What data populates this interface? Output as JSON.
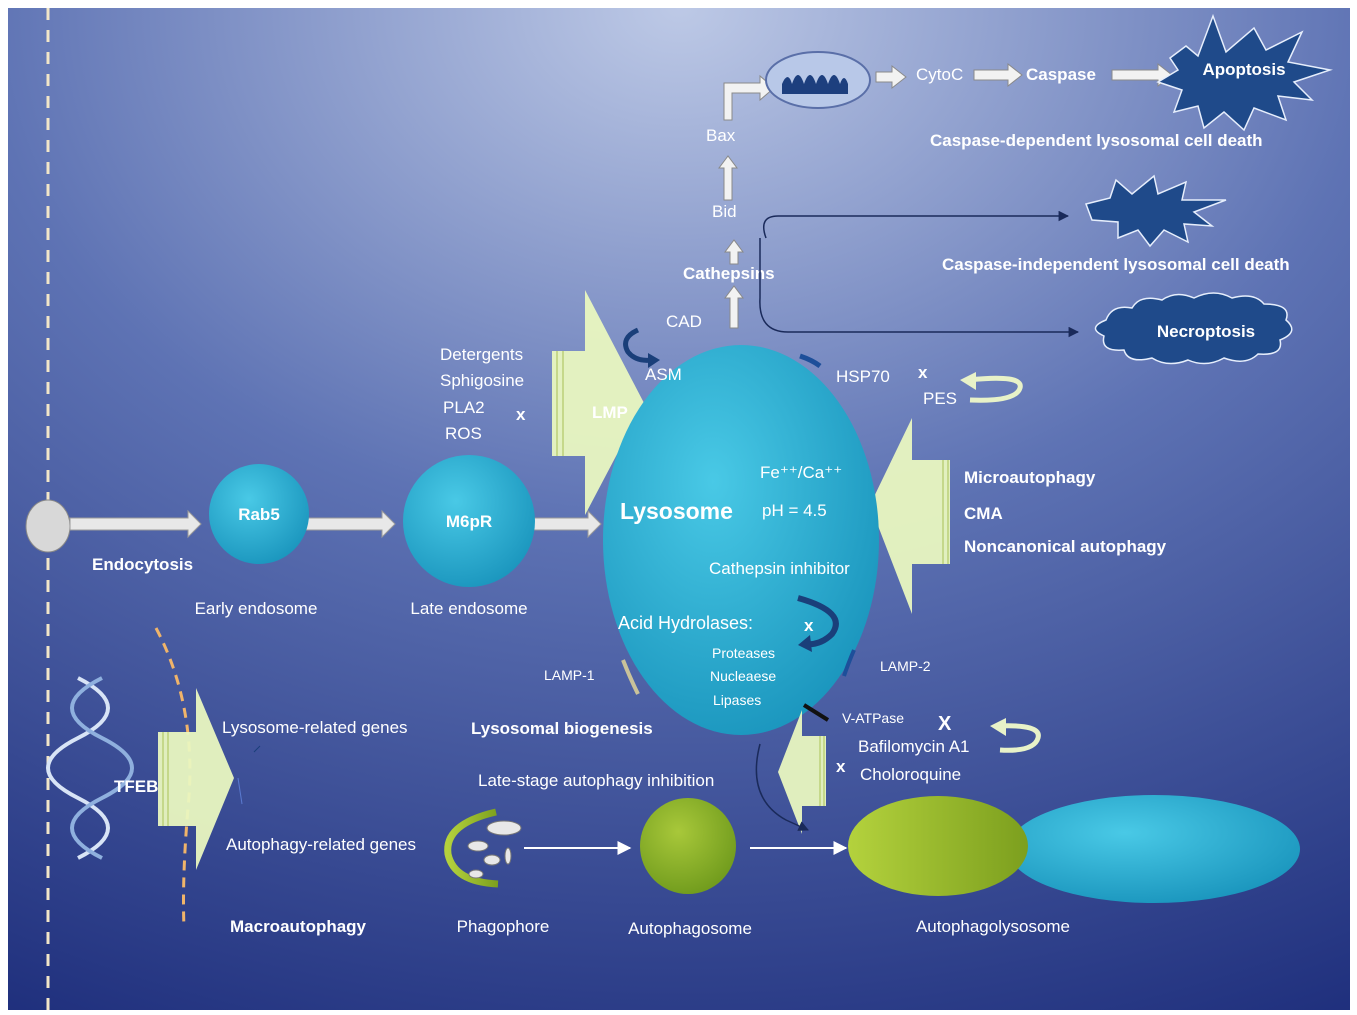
{
  "diagram": {
    "nodes": {
      "rab5": "Rab5",
      "m6pr": "M6pR",
      "lysosome": "Lysosome",
      "tfeb": "TFEB",
      "lmp": "LMP",
      "apoptosis": "Apoptosis",
      "necroptosis": "Necroptosis"
    },
    "labels": {
      "endocytosis": "Endocytosis",
      "early_endosome": "Early endosome",
      "late_endosome": "Late endosome",
      "detergents": "Detergents",
      "sphigosine": "Sphigosine",
      "pla2": "PLA2",
      "ros": "ROS",
      "cad": "CAD",
      "asm": "ASM",
      "cathepsins": "Cathepsins",
      "bid": "Bid",
      "bax": "Bax",
      "cytoc": "CytoC",
      "caspase": "Caspase",
      "caspase_dependent": "Caspase-dependent lysosomal cell death",
      "caspase_independent": "Caspase-independent lysosomal cell death",
      "hsp70": "HSP70",
      "pes": "PES",
      "fe_ca": "Fe⁺⁺/Ca⁺⁺",
      "ph": "pH = 4.5",
      "microautophagy": "Microautophagy",
      "cma": "CMA",
      "noncanonical": "Noncanonical autophagy",
      "cathepsin_inhibitor": "Cathepsin inhibitor",
      "acid_hydrolases": "Acid Hydrolases:",
      "proteases": "Proteases",
      "nucleaese": "Nucleaese",
      "lipases": "Lipases",
      "lamp1": "LAMP-1",
      "lamp2": "LAMP-2",
      "lysosomal_biogenesis": "Lysosomal biogenesis",
      "vatpase": "V-ATPase",
      "bafilomycin": "Bafilomycin A1",
      "choloroquine": "Choloroquine",
      "late_stage": "Late-stage autophagy inhibition",
      "lysosome_genes": "Lysosome-related genes",
      "autophagy_genes": "Autophagy-related genes",
      "macroautophagy": "Macroautophagy",
      "phagophore": "Phagophore",
      "autophagosome": "Autophagosome",
      "autophagolysosome": "Autophagolysosome",
      "x_mark": "X",
      "x_mark_lower": "x"
    },
    "colors": {
      "background_top": "#b9c6e3",
      "background_bottom": "#1c2c7a",
      "organelle": "#2db3d4",
      "big_arrow": "#e9f7c0",
      "autophagosome": "#8fb52a",
      "death_shape": "#1f4a8a"
    }
  }
}
